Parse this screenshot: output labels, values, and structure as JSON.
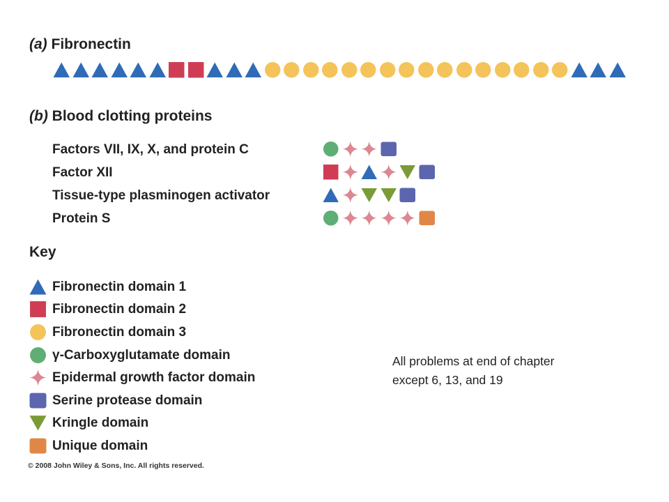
{
  "colors": {
    "fn1": "#2f6bb7",
    "fn2": "#cf3d55",
    "fn3": "#f4c35a",
    "gla": "#5fae75",
    "egf": "#dc8793",
    "serine": "#5c66ae",
    "kringle": "#7a9b36",
    "unique": "#e08748"
  },
  "section_a": {
    "tag": "(a)",
    "title": "Fibronectin",
    "sequence": [
      "fn1",
      "fn1",
      "fn1",
      "fn1",
      "fn1",
      "fn1",
      "fn2",
      "fn2",
      "fn1",
      "fn1",
      "fn1",
      "fn3",
      "fn3",
      "fn3",
      "fn3",
      "fn3",
      "fn3",
      "fn3",
      "fn3",
      "fn3",
      "fn3",
      "fn3",
      "fn3",
      "fn3",
      "fn3",
      "fn3",
      "fn3",
      "fn1",
      "fn1",
      "fn1"
    ]
  },
  "section_b": {
    "tag": "(b)",
    "title": "Blood clotting proteins",
    "proteins": [
      {
        "label": "Factors VII, IX, X, and protein C",
        "sequence": [
          "gla",
          "egf",
          "egf",
          "serine"
        ]
      },
      {
        "label": "Factor XII",
        "sequence": [
          "fn2",
          "egf",
          "fn1",
          "egf",
          "kringle",
          "serine"
        ]
      },
      {
        "label": "Tissue-type plasminogen activator",
        "sequence": [
          "fn1",
          "egf",
          "kringle",
          "kringle",
          "serine"
        ]
      },
      {
        "label": "Protein S",
        "sequence": [
          "gla",
          "egf",
          "egf",
          "egf",
          "egf",
          "unique"
        ]
      }
    ]
  },
  "key": {
    "title": "Key",
    "items": [
      {
        "type": "fn1",
        "label": "Fibronectin domain 1"
      },
      {
        "type": "fn2",
        "label": "Fibronectin domain 2"
      },
      {
        "type": "fn3",
        "label": "Fibronectin domain 3"
      },
      {
        "type": "gla",
        "label": "γ-Carboxyglutamate domain"
      },
      {
        "type": "egf",
        "label": "Epidermal growth factor domain"
      },
      {
        "type": "serine",
        "label": "Serine protease domain"
      },
      {
        "type": "kringle",
        "label": "Kringle domain"
      },
      {
        "type": "unique",
        "label": "Unique domain"
      }
    ]
  },
  "copyright": "© 2008 John Wiley & Sons, Inc. All rights reserved.",
  "note": {
    "line1": "All problems at end of chapter",
    "line2": "except 6, 13, and 19"
  }
}
